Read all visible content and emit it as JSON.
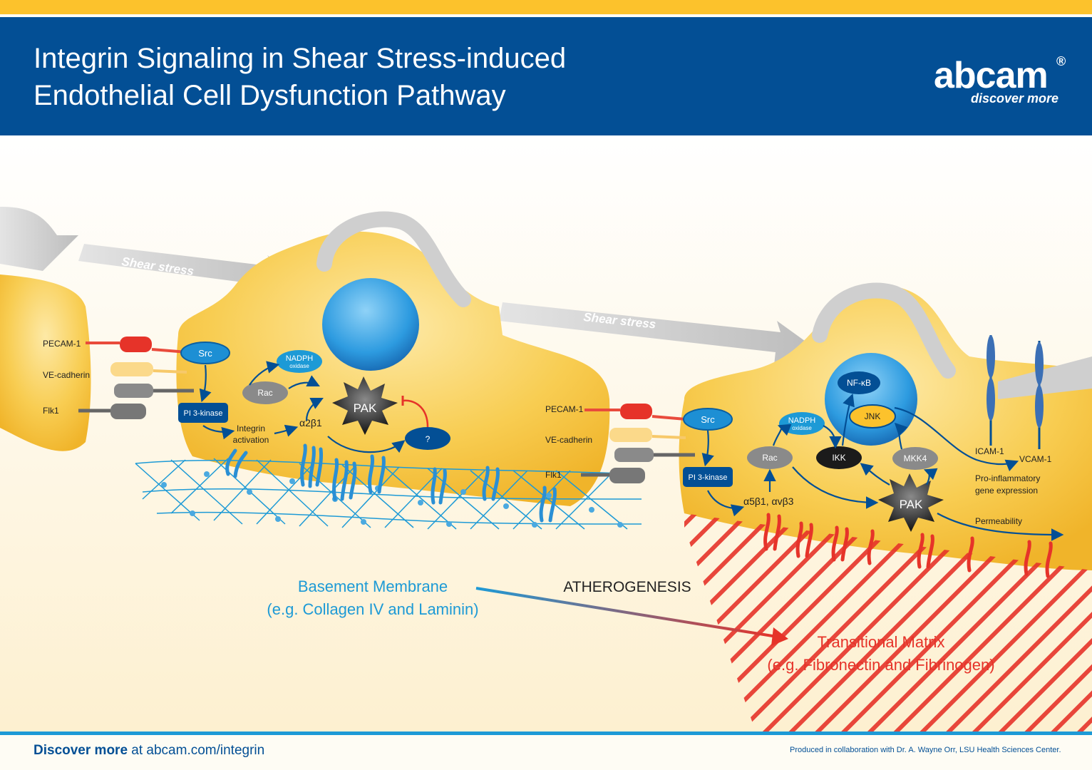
{
  "header": {
    "title_line1": "Integrin Signaling in Shear Stress-induced",
    "title_line2": "Endothelial Cell Dysfunction Pathway",
    "logo_word": "abcam",
    "logo_reg": "®",
    "logo_tagline": "discover more"
  },
  "colors": {
    "header_blue": "#034f95",
    "accent_yellow": "#fcc22c",
    "cell_yellow": "#f6c235",
    "basement_blue": "#1d9ad6",
    "matrix_red": "#e63329"
  },
  "diagram": {
    "shear_stress_1": "Shear stress",
    "shear_stress_2": "Shear stress",
    "left_cell": {
      "pecam": "PECAM-1",
      "vecad": "VE-cadherin",
      "flk1": "Flk1",
      "src": "Src",
      "pi3k": "PI 3-kinase",
      "rac": "Rac",
      "nadph": "NADPH",
      "nadph_sub": "oxidase",
      "integrin_activation_1": "Integrin",
      "integrin_activation_2": "activation",
      "integrin": "α2β1",
      "pak": "PAK",
      "unknown": "?"
    },
    "right_cell": {
      "pecam": "PECAM-1",
      "vecad": "VE-cadherin",
      "flk1": "Flk1",
      "src": "Src",
      "pi3k": "PI 3-kinase",
      "rac": "Rac",
      "nadph": "NADPH",
      "nadph_sub": "oxidase",
      "integrin": "α5β1, αvβ3",
      "ikk": "IKK",
      "nfkb": "NF-κB",
      "jnk": "JNK",
      "mkk4": "MKK4",
      "pak": "PAK",
      "icam": "ICAM-1",
      "vcam": "VCAM-1",
      "proinflam_1": "Pro-inflammatory",
      "proinflam_2": "gene expression",
      "permeability": "Permeability"
    },
    "basement_1": "Basement Membrane",
    "basement_2": "(e.g. Collagen IV and Laminin)",
    "atherogenesis": "ATHEROGENESIS",
    "transitional_1": "Transitional Matrix",
    "transitional_2": "(e.g. Fibronectin and Fibrinogen)"
  },
  "footer": {
    "discover_bold": "Discover more",
    "discover_rest": " at abcam.com/integrin",
    "credit": "Produced in collaboration with Dr. A. Wayne Orr, LSU Health Sciences Center."
  }
}
